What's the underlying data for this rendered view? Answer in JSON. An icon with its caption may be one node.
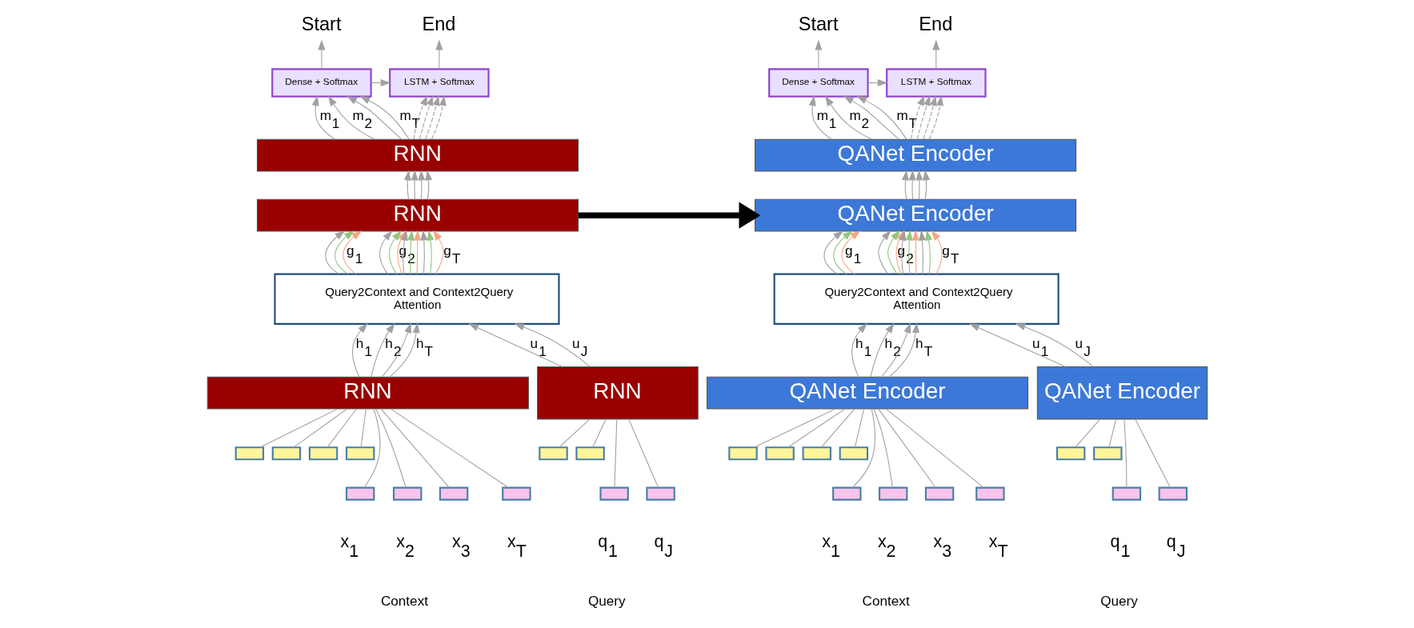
{
  "diagram": {
    "nodes": [
      {
        "text": [
          "Start"
        ]
      },
      {
        "text": [
          "End"
        ]
      },
      {
        "text": [
          "Dense + Softmax"
        ]
      },
      {
        "text": [
          "LSTM + Softmax"
        ]
      },
      {
        "text": [
          "RNN"
        ]
      },
      {
        "text": [
          "RNN"
        ]
      },
      {
        "text": [
          "Query2Context and Context2Query",
          "Attention"
        ]
      },
      {
        "text": [
          "RNN"
        ]
      },
      {
        "text": [
          "RNN"
        ]
      },
      {
        "text": [],
        "shape": "box"
      },
      {
        "text": [],
        "shape": "box"
      },
      {
        "text": [],
        "shape": "box"
      },
      {
        "text": [],
        "shape": "box"
      },
      {
        "text": [],
        "shape": "box"
      },
      {
        "text": [],
        "shape": "box"
      },
      {
        "text": [],
        "shape": "box"
      },
      {
        "text": [],
        "shape": "box"
      },
      {
        "text": [],
        "shape": "box"
      },
      {
        "text": [],
        "shape": "box"
      },
      {
        "text": [],
        "shape": "box"
      },
      {
        "text": [],
        "shape": "box"
      },
      {
        "text": [
          "Start"
        ]
      },
      {
        "text": [
          "End"
        ]
      },
      {
        "text": [
          "Dense + Softmax"
        ]
      },
      {
        "text": [
          "LSTM + Softmax"
        ]
      },
      {
        "text": [
          "QANet Encoder"
        ]
      },
      {
        "text": [
          "QANet Encoder"
        ]
      },
      {
        "text": [
          "Query2Context and Context2Query",
          "Attention"
        ]
      },
      {
        "text": [
          "QANet Encoder"
        ]
      },
      {
        "text": [
          "QANet Encoder"
        ]
      },
      {
        "text": [],
        "shape": "box"
      },
      {
        "text": [],
        "shape": "box"
      },
      {
        "text": [],
        "shape": "box"
      },
      {
        "text": [],
        "shape": "box"
      },
      {
        "text": [],
        "shape": "box"
      },
      {
        "text": [],
        "shape": "box"
      },
      {
        "text": [],
        "shape": "box"
      },
      {
        "text": [],
        "shape": "box"
      },
      {
        "text": [],
        "shape": "box"
      },
      {
        "text": [],
        "shape": "box"
      },
      {
        "text": [],
        "shape": "box"
      },
      {
        "text": [],
        "shape": "box"
      }
    ],
    "edges": [
      {
        "from": 2,
        "to": 0,
        "arrow": "to"
      },
      {
        "from": 3,
        "to": 1,
        "arrow": "to"
      },
      {
        "from": 2,
        "to": 3,
        "arrow": "to"
      },
      {
        "from": 4,
        "to": 2,
        "arrow": "to",
        "label": "m$_{1}$"
      },
      {
        "from": 4,
        "to": 2,
        "arrow": "to",
        "label": "m$_{2}$"
      },
      {
        "from": 4,
        "to": 2,
        "arrow": "to"
      },
      {
        "from": 4,
        "to": 2,
        "arrow": "to",
        "label": "m$_{T}$"
      },
      {
        "from": 4,
        "to": 3,
        "arrow": "to",
        "style": "dashed"
      },
      {
        "from": 4,
        "to": 3,
        "arrow": "to",
        "style": "dashed"
      },
      {
        "from": 4,
        "to": 3,
        "arrow": "to",
        "style": "dashed"
      },
      {
        "from": 4,
        "to": 3,
        "arrow": "to",
        "style": "dashed"
      },
      {
        "from": 5,
        "to": 4,
        "arrow": "to"
      },
      {
        "from": 5,
        "to": 4,
        "arrow": "to"
      },
      {
        "from": 5,
        "to": 4,
        "arrow": "to"
      },
      {
        "from": 5,
        "to": 4,
        "arrow": "to"
      },
      {
        "from": 6,
        "to": 5,
        "arrow": "to"
      },
      {
        "from": 6,
        "to": 5,
        "arrow": "to",
        "color": "#93c47d"
      },
      {
        "from": 6,
        "to": 5,
        "arrow": "to",
        "color": "#f4a582",
        "label": "g$_{1}$"
      },
      {
        "from": 6,
        "to": 5,
        "arrow": "to"
      },
      {
        "from": 6,
        "to": 5,
        "arrow": "to",
        "color": "#93c47d"
      },
      {
        "from": 6,
        "to": 5,
        "arrow": "to",
        "color": "#f4a582",
        "label": "g$_{2}$"
      },
      {
        "from": 6,
        "to": 5,
        "arrow": "to"
      },
      {
        "from": 6,
        "to": 5,
        "arrow": "to",
        "color": "#93c47d"
      },
      {
        "from": 6,
        "to": 5,
        "arrow": "to",
        "color": "#f4a582"
      },
      {
        "from": 6,
        "to": 5,
        "arrow": "to"
      },
      {
        "from": 6,
        "to": 5,
        "arrow": "to",
        "color": "#93c47d"
      },
      {
        "from": 6,
        "to": 5,
        "arrow": "to",
        "color": "#f4a582",
        "label": "g$_{T}$"
      },
      {
        "from": 7,
        "to": 6,
        "arrow": "to",
        "label": "h$_{1}$"
      },
      {
        "from": 7,
        "to": 6,
        "arrow": "to",
        "label": "h$_{2}$"
      },
      {
        "from": 7,
        "to": 6,
        "arrow": "to"
      },
      {
        "from": 7,
        "to": 6,
        "arrow": "to",
        "label": "h$_{T}$"
      },
      {
        "from": 8,
        "to": 6,
        "arrow": "to",
        "label": "u$_{1}$"
      },
      {
        "from": 8,
        "to": 6,
        "arrow": "to",
        "label": "u$_{J}$"
      },
      {
        "from": 9,
        "to": 7,
        "arrow": "none"
      },
      {
        "from": 10,
        "to": 7,
        "arrow": "none"
      },
      {
        "from": 11,
        "to": 7,
        "arrow": "none"
      },
      {
        "from": 12,
        "to": 7,
        "arrow": "none"
      },
      {
        "from": 13,
        "to": 8,
        "arrow": "none"
      },
      {
        "from": 14,
        "to": 8,
        "arrow": "none"
      },
      {
        "from": 15,
        "to": 7,
        "arrow": "none"
      },
      {
        "from": 16,
        "to": 7,
        "arrow": "none"
      },
      {
        "from": 17,
        "to": 7,
        "arrow": "none"
      },
      {
        "from": 18,
        "to": 7,
        "arrow": "none"
      },
      {
        "from": 19,
        "to": 8,
        "arrow": "none"
      },
      {
        "from": 20,
        "to": 8,
        "arrow": "none"
      },
      {
        "from": 5,
        "to": 26,
        "arrow": "to",
        "style": "thick",
        "color": "#000000"
      },
      {
        "from": 23,
        "to": 21,
        "arrow": "to"
      },
      {
        "from": 24,
        "to": 22,
        "arrow": "to"
      },
      {
        "from": 23,
        "to": 24,
        "arrow": "to"
      },
      {
        "from": 25,
        "to": 23,
        "arrow": "to",
        "label": "m$_{1}$"
      },
      {
        "from": 25,
        "to": 23,
        "arrow": "to",
        "label": "m$_{2}$"
      },
      {
        "from": 25,
        "to": 23,
        "arrow": "to"
      },
      {
        "from": 25,
        "to": 23,
        "arrow": "to",
        "label": "m$_{T}$"
      },
      {
        "from": 25,
        "to": 24,
        "arrow": "to",
        "style": "dashed"
      },
      {
        "from": 25,
        "to": 24,
        "arrow": "to",
        "style": "dashed"
      },
      {
        "from": 25,
        "to": 24,
        "arrow": "to",
        "style": "dashed"
      },
      {
        "from": 25,
        "to": 24,
        "arrow": "to",
        "style": "dashed"
      },
      {
        "from": 26,
        "to": 25,
        "arrow": "to"
      },
      {
        "from": 26,
        "to": 25,
        "arrow": "to"
      },
      {
        "from": 26,
        "to": 25,
        "arrow": "to"
      },
      {
        "from": 26,
        "to": 25,
        "arrow": "to"
      },
      {
        "from": 27,
        "to": 26,
        "arrow": "to"
      },
      {
        "from": 27,
        "to": 26,
        "arrow": "to",
        "color": "#93c47d"
      },
      {
        "from": 27,
        "to": 26,
        "arrow": "to",
        "color": "#f4a582",
        "label": "g$_{1}$"
      },
      {
        "from": 27,
        "to": 26,
        "arrow": "to"
      },
      {
        "from": 27,
        "to": 26,
        "arrow": "to",
        "color": "#93c47d"
      },
      {
        "from": 27,
        "to": 26,
        "arrow": "to",
        "color": "#f4a582",
        "label": "g$_{2}$"
      },
      {
        "from": 27,
        "to": 26,
        "arrow": "to"
      },
      {
        "from": 27,
        "to": 26,
        "arrow": "to",
        "color": "#93c47d"
      },
      {
        "from": 27,
        "to": 26,
        "arrow": "to",
        "color": "#f4a582"
      },
      {
        "from": 27,
        "to": 26,
        "arrow": "to"
      },
      {
        "from": 27,
        "to": 26,
        "arrow": "to",
        "color": "#93c47d"
      },
      {
        "from": 27,
        "to": 26,
        "arrow": "to",
        "color": "#f4a582",
        "label": "g$_{T}$"
      },
      {
        "from": 28,
        "to": 27,
        "arrow": "to",
        "label": "h$_{1}$"
      },
      {
        "from": 28,
        "to": 27,
        "arrow": "to",
        "label": "h$_{2}$"
      },
      {
        "from": 28,
        "to": 27,
        "arrow": "to"
      },
      {
        "from": 28,
        "to": 27,
        "arrow": "to",
        "label": "h$_{T}$"
      },
      {
        "from": 29,
        "to": 27,
        "arrow": "to",
        "label": "u$_{1}$"
      },
      {
        "from": 29,
        "to": 27,
        "arrow": "to",
        "label": "u$_{J}$"
      },
      {
        "from": 30,
        "to": 28,
        "arrow": "none"
      },
      {
        "from": 31,
        "to": 28,
        "arrow": "none"
      },
      {
        "from": 32,
        "to": 28,
        "arrow": "none"
      },
      {
        "from": 33,
        "to": 28,
        "arrow": "none"
      },
      {
        "from": 34,
        "to": 29,
        "arrow": "none"
      },
      {
        "from": 35,
        "to": 29,
        "arrow": "none"
      },
      {
        "from": 36,
        "to": 28,
        "arrow": "none"
      },
      {
        "from": 37,
        "to": 28,
        "arrow": "none"
      },
      {
        "from": 38,
        "to": 28,
        "arrow": "none"
      },
      {
        "from": 39,
        "to": 28,
        "arrow": "none"
      },
      {
        "from": 40,
        "to": 29,
        "arrow": "none"
      },
      {
        "from": 41,
        "to": 29,
        "arrow": "none"
      }
    ],
    "labels": [
      "x$_{1}$",
      "x$_{2}$",
      "x$_{3}$",
      "x$_{T}$",
      "q$_{1}$",
      "q$_{J}$",
      "Context",
      "Query",
      "x$_{1}$",
      "x$_{2}$",
      "x$_{3}$",
      "x$_{T}$",
      "q$_{1}$",
      "q$_{J}$",
      "Context",
      "Query"
    ]
  }
}
